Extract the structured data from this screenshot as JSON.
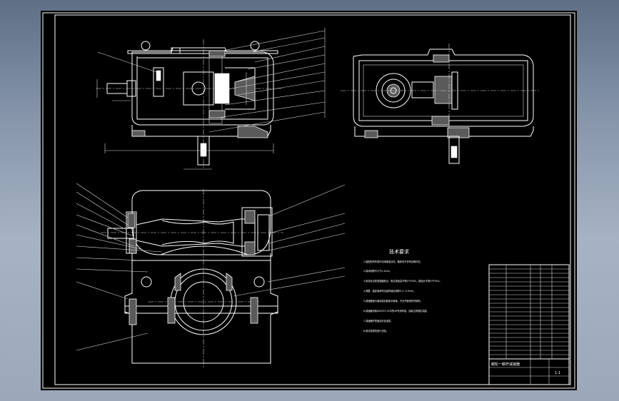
{
  "drawing": {
    "notes": {
      "title": "技术要求",
      "lines": [
        "1.装配前所有零件均用煤油清洗，箱体内不许有杂物存在。",
        "2.保持侧隙不小于0.1mm。",
        "3.用涂色法检查接触斑点，斑点按齿高不得小于40%，按齿长不得小于50%。",
        "4.调整、固定轴承时应留有轴向游隙0.2~0.3mm。",
        "5.减速器剖分面涂密封胶或水玻璃，不允许使用任何填料。",
        "6.减速器内装SH0357-92中的50号润滑油，油量达到规定高度。",
        "7.减速器外表面涂灰色油漆。",
        "8.按试验规范进行试验。"
      ]
    },
    "title_block": {
      "drawing_name": "蜗轮一蜗杆减速器",
      "scale": "1:1"
    },
    "colors": {
      "background": "#000000",
      "line": "#ffffff",
      "window_frame": "#8796ab"
    }
  }
}
